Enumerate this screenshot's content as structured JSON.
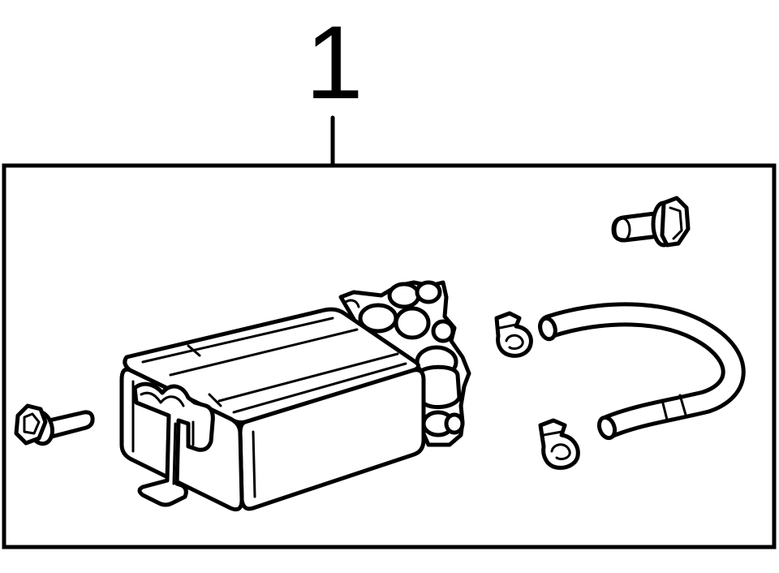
{
  "callout": {
    "number": "1"
  },
  "parts": [
    {
      "name": "charcoal-canister",
      "icon": "canister-icon"
    },
    {
      "name": "mounting-bolt-left",
      "icon": "bolt-icon"
    },
    {
      "name": "mounting-bolt-top-right",
      "icon": "bolt-icon"
    },
    {
      "name": "vent-hose",
      "icon": "hose-icon"
    },
    {
      "name": "hose-clamp-upper",
      "icon": "clamp-icon"
    },
    {
      "name": "hose-clamp-lower",
      "icon": "clamp-icon"
    }
  ],
  "colors": {
    "line": "#000000",
    "background": "#ffffff",
    "frame": "#000000"
  }
}
